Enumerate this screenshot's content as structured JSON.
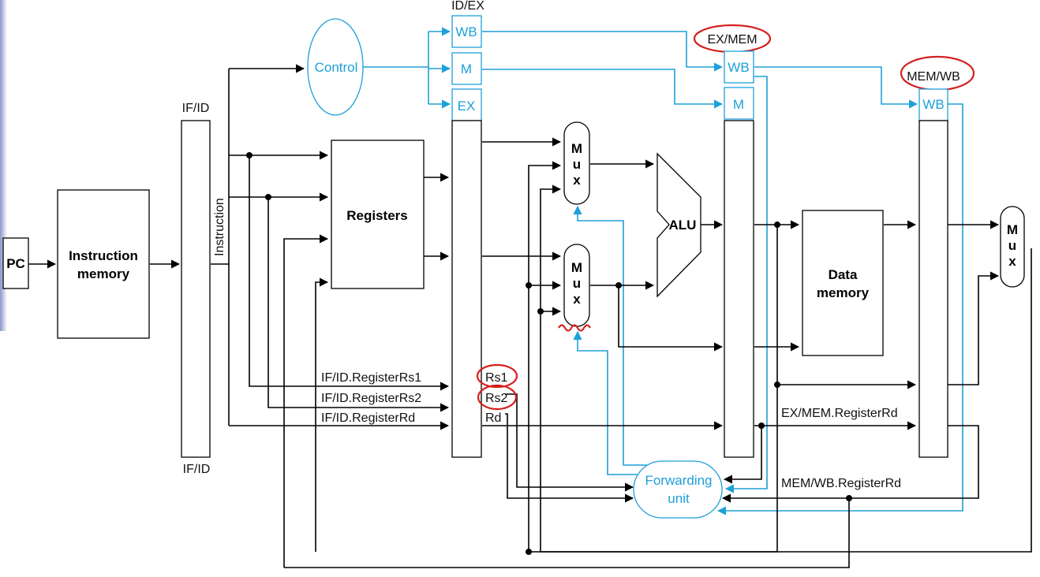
{
  "pipeline_registers": {
    "if_id": "IF/ID",
    "id_ex": "ID/EX",
    "ex_mem": "EX/MEM",
    "mem_wb": "MEM/WB"
  },
  "control_fields": {
    "id_ex": [
      "WB",
      "M",
      "EX"
    ],
    "ex_mem": [
      "WB",
      "M"
    ],
    "mem_wb": [
      "WB"
    ]
  },
  "units": {
    "pc": "PC",
    "instruction_memory": [
      "Instruction",
      "memory"
    ],
    "registers": "Registers",
    "control": "Control",
    "alu": "ALU",
    "data_memory": [
      "Data",
      "memory"
    ],
    "forwarding_unit": [
      "Forwarding",
      "unit"
    ],
    "mux_letters": [
      "M",
      "u",
      "x"
    ]
  },
  "signals": {
    "instruction": "Instruction",
    "rs1_full": "IF/ID.RegisterRs1",
    "rs2_full": "IF/ID.RegisterRs2",
    "rd_full": "IF/ID.RegisterRd",
    "rs1": "Rs1",
    "rs2": "Rs2",
    "rd": "Rd",
    "ex_mem_rd": "EX/MEM.RegisterRd",
    "mem_wb_rd": "MEM/WB.RegisterRd"
  },
  "colors": {
    "wire": "#000000",
    "control_path": "#1ea0d8",
    "annotation": "#d42020"
  }
}
